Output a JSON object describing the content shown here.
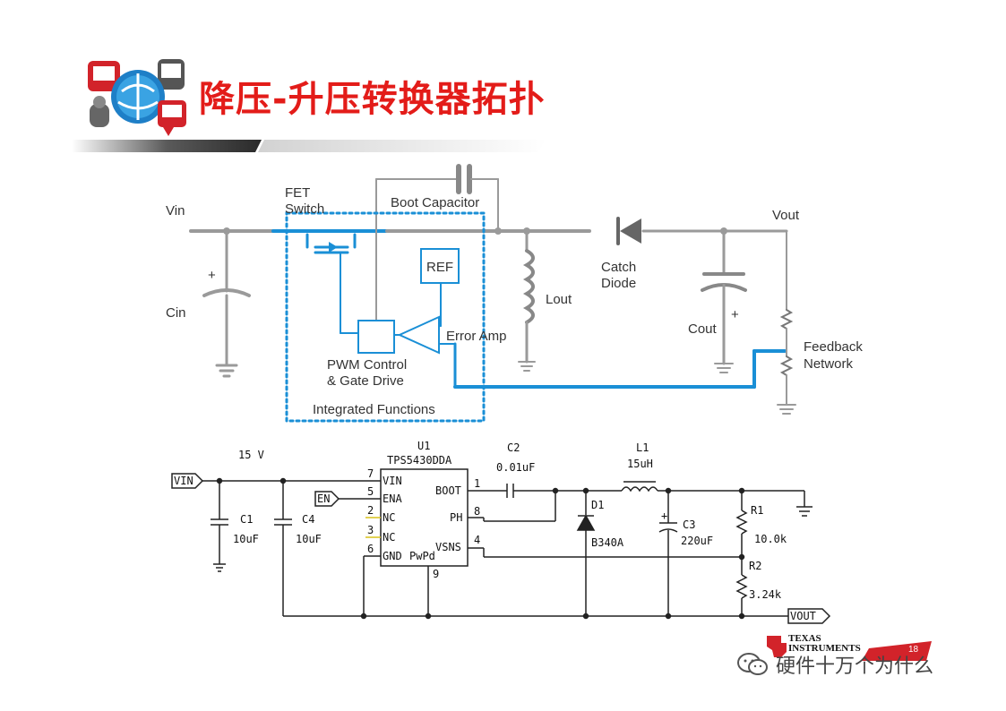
{
  "title": "降压-升压转换器拓扑",
  "block_diagram": {
    "vin": "Vin",
    "fet_switch": "FET\nSwitch",
    "boot_capacitor": "Boot Capacitor",
    "ref": "REF",
    "cin": "Cin",
    "lout": "Lout",
    "catch_diode": "Catch\nDiode",
    "vout": "Vout",
    "cout": "Cout",
    "error_amp": "Error Amp",
    "pwm_control": "PWM Control\n& Gate Drive",
    "feedback_network": "Feedback\nNetwork",
    "integrated_functions": "Integrated Functions",
    "plus": "+"
  },
  "schematic": {
    "supply": "15 V",
    "u1_ref": "U1",
    "u1_part": "TPS5430DDA",
    "vin_port": "VIN",
    "en_port": "EN",
    "vout_port": "VOUT",
    "pins_left": [
      {
        "num": "7",
        "name": "VIN"
      },
      {
        "num": "5",
        "name": "ENA"
      },
      {
        "num": "2",
        "name": "NC"
      },
      {
        "num": "3",
        "name": "NC"
      },
      {
        "num": "6",
        "name": "GND"
      }
    ],
    "pin_pwpd": "PwPd",
    "pin_9": "9",
    "pins_right": [
      {
        "num": "1",
        "name": "BOOT"
      },
      {
        "num": "8",
        "name": "PH"
      },
      {
        "num": "4",
        "name": "VSNS"
      }
    ],
    "c1_ref": "C1",
    "c1_val": "10uF",
    "c4_ref": "C4",
    "c4_val": "10uF",
    "c2_ref": "C2",
    "c2_val": "0.01uF",
    "l1_ref": "L1",
    "l1_val": "15uH",
    "d1_ref": "D1",
    "d1_val": "B340A",
    "c3_ref": "C3",
    "c3_val": "220uF",
    "r1_ref": "R1",
    "r1_val": "10.0k",
    "r2_ref": "R2",
    "r2_val": "3.24k"
  },
  "brand": {
    "name_line1": "TEXAS",
    "name_line2": "INSTRUMENTS",
    "slide_number": "18"
  },
  "watermark": "硬件十万个为什么",
  "colors": {
    "title_red": "#e31c19",
    "wire_gray": "#9a9a9a",
    "signal_blue": "#1a8fd6",
    "brand_red": "#d2232a"
  }
}
